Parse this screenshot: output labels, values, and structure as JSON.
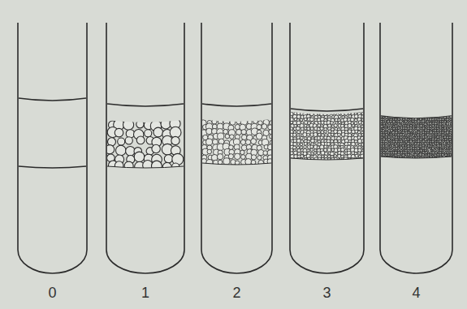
{
  "diagram": {
    "labels": [
      "0",
      "1",
      "2",
      "3",
      "4"
    ]
  }
}
